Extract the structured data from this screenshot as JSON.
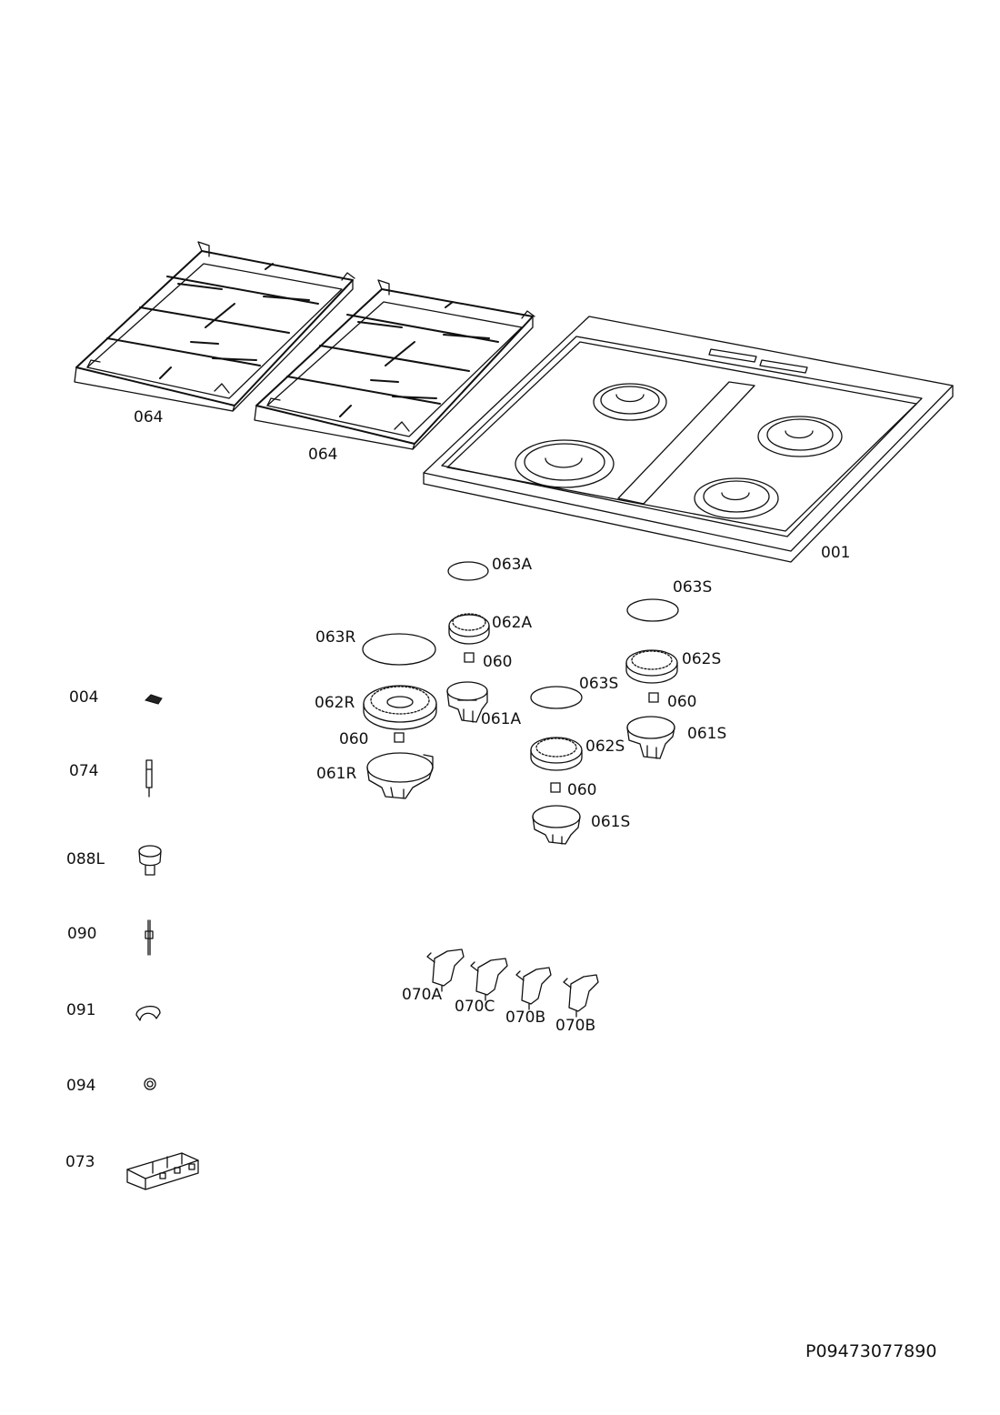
{
  "labels": {
    "grate_left": "064",
    "grate_right": "064",
    "hob_top": "001",
    "cap_063A": "063A",
    "cap_063S_top": "063S",
    "cap_063R": "063R",
    "cap_063S_mid": "063S",
    "crown_062A": "062A",
    "crown_062S_right": "062S",
    "crown_062R": "062R",
    "crown_062S_mid": "062S",
    "injector_060_a": "060",
    "injector_060_b": "060",
    "injector_060_c": "060",
    "injector_060_d": "060",
    "base_061A": "061A",
    "base_061S_right": "061S",
    "base_061R": "061R",
    "base_061S_mid": "061S",
    "tap_070A": "070A",
    "tap_070C": "070C",
    "tap_070B_1": "070B",
    "tap_070B_2": "070B",
    "part_004": "004",
    "part_074": "074",
    "part_088L": "088L",
    "part_090": "090",
    "part_091": "091",
    "part_094": "094",
    "part_073": "073"
  },
  "document_number": "P09473077890"
}
